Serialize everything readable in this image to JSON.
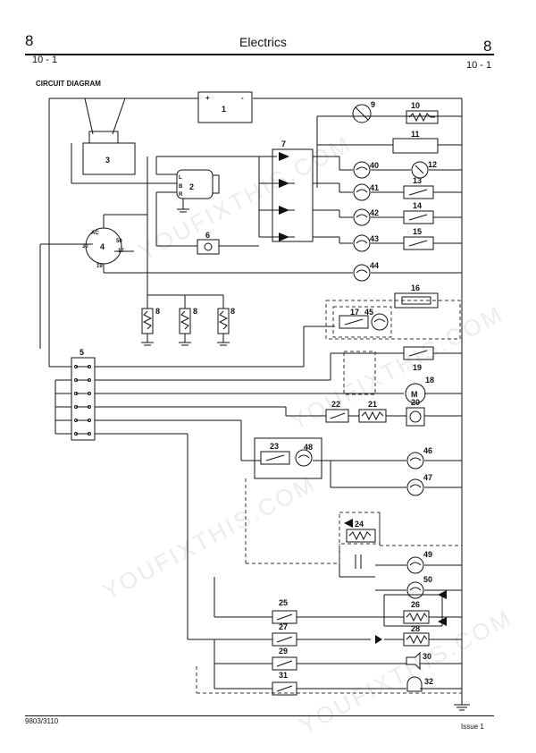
{
  "header": {
    "section_left": "8",
    "section_right": "8",
    "title": "Electrics",
    "page_left": "10 - 1",
    "page_right": "10 - 1"
  },
  "diagram": {
    "caption": "CIRCUIT DIAGRAM",
    "labels": {
      "c1": "1",
      "c2": "2",
      "c3": "3",
      "c4": "4",
      "c5": "5",
      "c6": "6",
      "c7": "7",
      "c8a": "8",
      "c8b": "8",
      "c8c": "8",
      "c9": "9",
      "c10": "10",
      "c11": "11",
      "c12": "12",
      "c13": "13",
      "c14": "14",
      "c15": "15",
      "c16": "16",
      "c17": "17",
      "c18": "18",
      "c19": "19",
      "c20": "20",
      "c21": "21",
      "c22": "22",
      "c23": "23",
      "c24": "24",
      "c25": "25",
      "c26": "26",
      "c27": "27",
      "c28": "28",
      "c29": "29",
      "c30": "30",
      "c31": "31",
      "c32": "32",
      "c40": "40",
      "c41": "41",
      "c42": "42",
      "c43": "43",
      "c44": "44",
      "c45": "45",
      "c46": "46",
      "c47": "47",
      "c48": "48",
      "c49": "49",
      "c50": "50"
    },
    "terminals": {
      "batt_plus": "+",
      "batt_minus": "-",
      "alt_l": "L",
      "alt_b": "B",
      "alt_r": "R",
      "sw_ac": "AC",
      "sw_30": "30",
      "sw_50": "50",
      "sw_17": "17",
      "sw_19": "19",
      "motor": "M"
    }
  },
  "watermark": "YOUFIXTHIS.COM",
  "footer": {
    "ref": "9803/3110",
    "issue": "Issue 1"
  }
}
